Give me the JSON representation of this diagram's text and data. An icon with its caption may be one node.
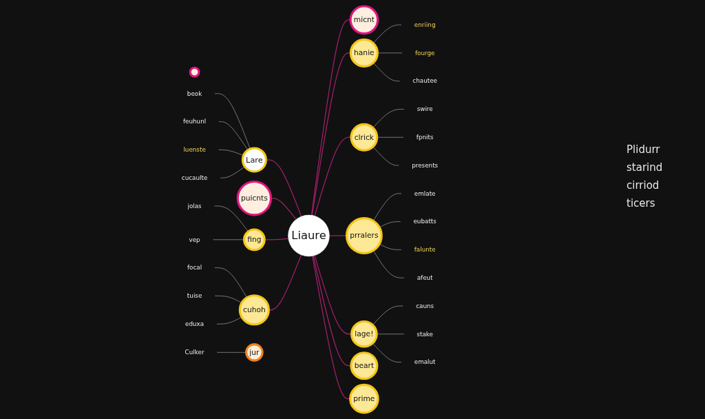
{
  "diagram": {
    "nodes": [
      {
        "text": [
          "Liaure"
        ]
      },
      {
        "text": [
          "micnt"
        ]
      },
      {
        "text": [
          "Lare"
        ]
      },
      {
        "text": [
          "hanie"
        ]
      },
      {
        "text": [
          "clrick"
        ]
      },
      {
        "text": [
          "puicnts"
        ]
      },
      {
        "text": [
          "prralers"
        ]
      },
      {
        "text": [
          "lage!"
        ]
      },
      {
        "text": [
          "beart"
        ]
      },
      {
        "text": [
          "prime"
        ]
      },
      {
        "text": [
          "fing"
        ]
      },
      {
        "text": [
          "cuhoh"
        ]
      },
      {
        "text": [
          "jur"
        ]
      },
      {
        "text": [],
        "shape": "circle"
      },
      {
        "text": [
          "beok"
        ]
      },
      {
        "text": [
          "feuhunl"
        ]
      },
      {
        "text": [
          "luenste"
        ]
      },
      {
        "text": [
          "cucaulte"
        ]
      },
      {
        "text": [
          "enriing"
        ]
      },
      {
        "text": [
          "fourge"
        ]
      },
      {
        "text": [
          "chautee"
        ]
      },
      {
        "text": [
          "swire"
        ]
      },
      {
        "text": [
          "fpnits"
        ]
      },
      {
        "text": [
          "presents"
        ]
      },
      {
        "text": [
          "emlate"
        ]
      },
      {
        "text": [
          "eubatts"
        ]
      },
      {
        "text": [
          "falunte"
        ]
      },
      {
        "text": [
          "afeut"
        ]
      },
      {
        "text": [
          "cauns"
        ]
      },
      {
        "text": [
          "stake"
        ]
      },
      {
        "text": [
          "emalut"
        ]
      },
      {
        "text": [
          "Culker"
        ]
      },
      {
        "text": [
          "focal"
        ]
      },
      {
        "text": [
          "tuise"
        ]
      },
      {
        "text": [
          "eduxa"
        ]
      },
      {
        "text": [
          "jolas"
        ]
      },
      {
        "text": [
          "vep"
        ]
      }
    ],
    "edges": [
      {
        "from": 0,
        "to": 1,
        "arrow": "none",
        "color": "#a31f6b"
      },
      {
        "from": 2,
        "to": 0,
        "arrow": "none",
        "color": "#a31f6b"
      },
      {
        "from": 0,
        "to": 3,
        "arrow": "none",
        "color": "#a31f6b"
      },
      {
        "from": 0,
        "to": 4,
        "arrow": "none",
        "color": "#a31f6b"
      },
      {
        "from": 5,
        "to": 0,
        "arrow": "none",
        "color": "#a31f6b"
      },
      {
        "from": 0,
        "to": 6,
        "arrow": "none",
        "color": "#a31f6b"
      },
      {
        "from": 0,
        "to": 7,
        "arrow": "none",
        "color": "#a31f6b"
      },
      {
        "from": 0,
        "to": 8,
        "arrow": "none",
        "color": "#a31f6b"
      },
      {
        "from": 0,
        "to": 9,
        "arrow": "none",
        "color": "#a31f6b"
      },
      {
        "from": 10,
        "to": 0,
        "arrow": "none",
        "color": "#a31f6b"
      },
      {
        "from": 11,
        "to": 0,
        "arrow": "none",
        "color": "#a31f6b"
      },
      {
        "from": 14,
        "to": 2,
        "arrow": "none"
      },
      {
        "from": 15,
        "to": 2,
        "arrow": "none"
      },
      {
        "from": 16,
        "to": 2,
        "arrow": "none"
      },
      {
        "from": 17,
        "to": 2,
        "arrow": "none"
      },
      {
        "from": 3,
        "to": 18,
        "arrow": "none"
      },
      {
        "from": 3,
        "to": 19,
        "arrow": "none"
      },
      {
        "from": 3,
        "to": 20,
        "arrow": "none"
      },
      {
        "from": 4,
        "to": 21,
        "arrow": "none"
      },
      {
        "from": 4,
        "to": 22,
        "arrow": "none"
      },
      {
        "from": 4,
        "to": 23,
        "arrow": "none"
      },
      {
        "from": 6,
        "to": 24,
        "arrow": "none"
      },
      {
        "from": 6,
        "to": 25,
        "arrow": "none"
      },
      {
        "from": 6,
        "to": 26,
        "arrow": "none"
      },
      {
        "from": 6,
        "to": 27,
        "arrow": "none"
      },
      {
        "from": 7,
        "to": 28,
        "arrow": "none"
      },
      {
        "from": 7,
        "to": 29,
        "arrow": "none"
      },
      {
        "from": 7,
        "to": 30,
        "arrow": "none"
      },
      {
        "from": 31,
        "to": 12,
        "arrow": "none"
      },
      {
        "from": 32,
        "to": 11,
        "arrow": "none"
      },
      {
        "from": 33,
        "to": 11,
        "arrow": "none"
      },
      {
        "from": 34,
        "to": 11,
        "arrow": "none"
      },
      {
        "from": 35,
        "to": 10,
        "arrow": "none"
      },
      {
        "from": 36,
        "to": 10,
        "arrow": "none"
      }
    ],
    "labels": [
      "Plidurr",
      "starind",
      "cirriod",
      "ticers"
    ]
  }
}
